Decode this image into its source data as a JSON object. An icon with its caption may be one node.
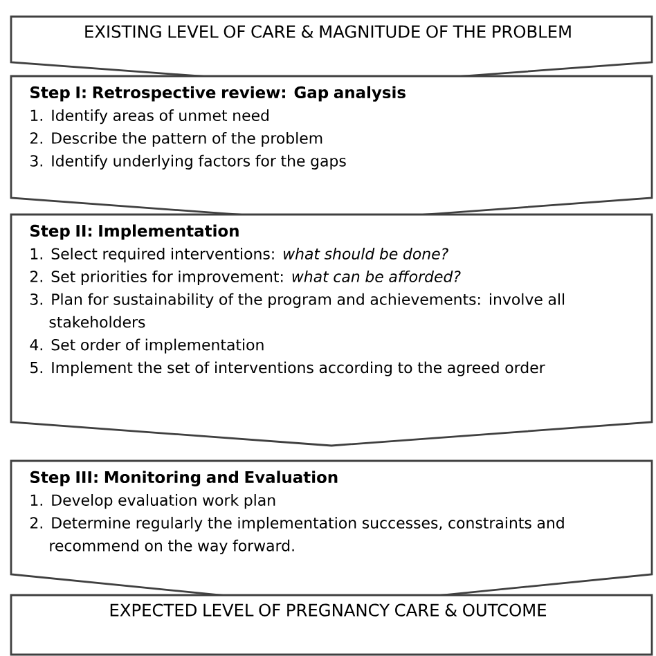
{
  "diagram": {
    "nodes": [
      {
        "text": [
          "EXISTING LEVEL OF CARE & MAGNITUDE OF THE PROBLEM"
        ]
      },
      {
        "text": [
          "Step I: Retrospective review: Gap analysis",
          "1. Identify areas of unmet need",
          "2. Describe the pattern of the problem",
          "3. Identify underlying factors for the gaps"
        ]
      },
      {
        "text": [
          "Step II: Implementation",
          "1. Select required interventions: *what should be done?*",
          "2. Set priorities for improvement: *what can be afforded?*",
          "3. Plan for sustainability of the program and achievements: involve all stakeholders",
          "4. Set order of implementation",
          "5. Implement the set of interventions according to the agreed order"
        ]
      },
      {
        "text": [
          "Step III: Monitoring and Evaluation",
          "1. Develop evaluation work plan",
          "2. Determine regularly the implementation successes, constraints and recommend on the way forward."
        ]
      },
      {
        "text": [
          "EXPECTED LEVEL OF PREGNANCY CARE & OUTCOME"
        ]
      }
    ]
  }
}
